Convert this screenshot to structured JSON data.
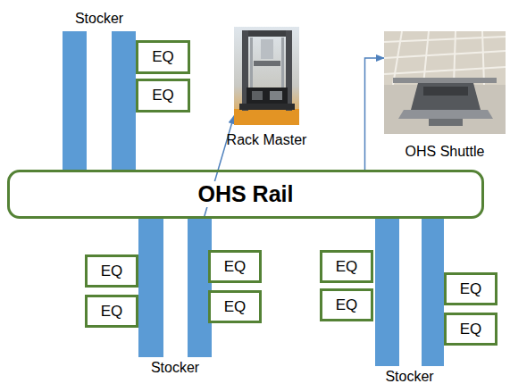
{
  "diagram": {
    "nodes": [
      {
        "text": [
          "Stocker"
        ]
      },
      {
        "text": [
          "EQ"
        ]
      },
      {
        "text": [
          "EQ"
        ]
      },
      {
        "text": [
          "Rack Master"
        ]
      },
      {
        "text": [
          "OHS Shuttle"
        ]
      },
      {
        "text": [
          "OHS Rail"
        ]
      },
      {
        "text": [
          "Stocker"
        ]
      },
      {
        "text": [
          "EQ"
        ]
      },
      {
        "text": [
          "EQ"
        ]
      },
      {
        "text": [
          "EQ"
        ]
      },
      {
        "text": [
          "EQ"
        ]
      },
      {
        "text": [
          "Stocker"
        ]
      },
      {
        "text": [
          "EQ"
        ]
      },
      {
        "text": [
          "EQ"
        ]
      },
      {
        "text": [
          "EQ"
        ]
      },
      {
        "text": [
          "EQ"
        ]
      }
    ],
    "edges": [
      {
        "from": 6,
        "to": 3,
        "arrow": "to"
      },
      {
        "from": 5,
        "to": 4,
        "arrow": "to"
      }
    ]
  }
}
